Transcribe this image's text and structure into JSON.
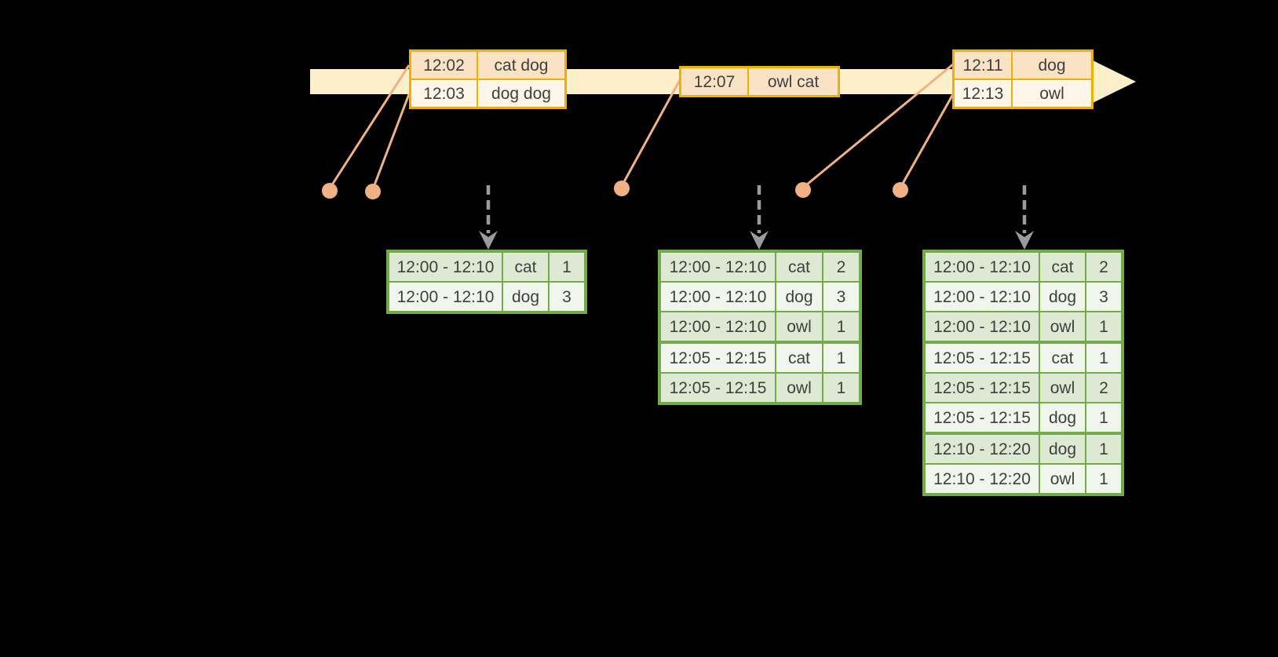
{
  "colors": {
    "background": "#000000",
    "timeline_band": "#FBF0CA",
    "event_border": "#F0B000",
    "event_row_dark": "#FAE3C5",
    "event_row_light": "#FDF5E8",
    "connector": "#F0B185",
    "trigger_arrow": "#9B9B9B",
    "result_border": "#72AC4A",
    "result_row_dark": "#DDE9D2",
    "result_row_light": "#F1F6EC",
    "text": "#3F3F3F"
  },
  "event_tables": [
    {
      "rows": [
        {
          "time": "12:02",
          "words": "cat dog"
        },
        {
          "time": "12:03",
          "words": "dog dog"
        }
      ]
    },
    {
      "rows": [
        {
          "time": "12:07",
          "words": "owl cat"
        }
      ]
    },
    {
      "rows": [
        {
          "time": "12:11",
          "words": "dog"
        },
        {
          "time": "12:13",
          "words": "owl"
        }
      ]
    }
  ],
  "result_tables": [
    {
      "rows": [
        {
          "window": "12:00 - 12:10",
          "word": "cat",
          "count": "1"
        },
        {
          "window": "12:00 - 12:10",
          "word": "dog",
          "count": "3"
        }
      ]
    },
    {
      "rows": [
        {
          "window": "12:00 - 12:10",
          "word": "cat",
          "count": "2"
        },
        {
          "window": "12:00 - 12:10",
          "word": "dog",
          "count": "3"
        },
        {
          "window": "12:00 - 12:10",
          "word": "owl",
          "count": "1"
        },
        {
          "window": "12:05 - 12:15",
          "word": "cat",
          "count": "1"
        },
        {
          "window": "12:05 - 12:15",
          "word": "owl",
          "count": "1"
        }
      ]
    },
    {
      "rows": [
        {
          "window": "12:00 - 12:10",
          "word": "cat",
          "count": "2"
        },
        {
          "window": "12:00 - 12:10",
          "word": "dog",
          "count": "3"
        },
        {
          "window": "12:00 - 12:10",
          "word": "owl",
          "count": "1"
        },
        {
          "window": "12:05 - 12:15",
          "word": "cat",
          "count": "1"
        },
        {
          "window": "12:05 - 12:15",
          "word": "owl",
          "count": "2"
        },
        {
          "window": "12:05 - 12:15",
          "word": "dog",
          "count": "1"
        },
        {
          "window": "12:10 - 12:20",
          "word": "dog",
          "count": "1"
        },
        {
          "window": "12:10 - 12:20",
          "word": "owl",
          "count": "1"
        }
      ]
    }
  ]
}
